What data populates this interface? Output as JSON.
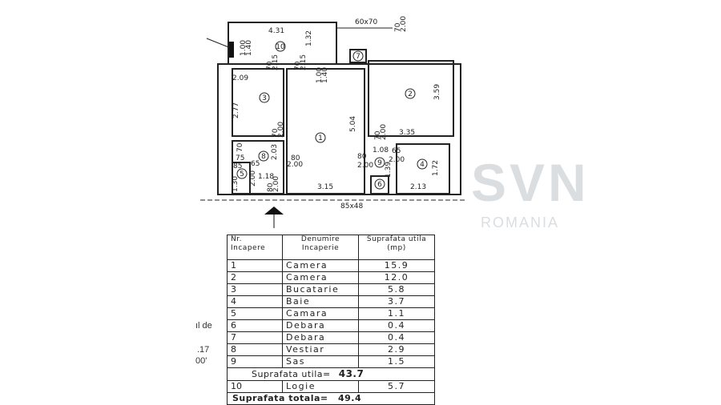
{
  "plan": {
    "room_numbers": [
      "1",
      "2",
      "3",
      "4",
      "5",
      "6",
      "7",
      "8",
      "9",
      "10"
    ],
    "dimensions": [
      "4.31",
      "1.32",
      "1.00",
      "1.40",
      "70",
      "2.15",
      "70",
      "2.15",
      "1.00",
      "1.40",
      "60x70",
      "70",
      "2.00",
      "2.09",
      "2.77",
      "3.59",
      "5.04",
      "3.35",
      "70",
      "2.00",
      "70",
      "2.00",
      "75",
      "70",
      "2.03",
      "80",
      "2.00",
      "80",
      "2.00",
      "1.08",
      "65",
      "2.00",
      "1.39",
      "1.72",
      "85",
      "65",
      "2.00",
      "1.18",
      "1.30",
      "80",
      "2.00",
      "3.15",
      "2.13",
      "85x48"
    ]
  },
  "watermark": {
    "brand": "SVN",
    "country": "ROMANIA"
  },
  "clipped_text": [
    "ıl de",
    ".17",
    "00'"
  ],
  "table": {
    "headers": [
      "Nr. Incapere",
      "Denumire Incaperie",
      "Suprafata utila (mp)"
    ],
    "rows": [
      {
        "nr": "1",
        "name": "Camera",
        "area": "15.9"
      },
      {
        "nr": "2",
        "name": "Camera",
        "area": "12.0"
      },
      {
        "nr": "3",
        "name": "Bucatarie",
        "area": "5.8"
      },
      {
        "nr": "4",
        "name": "Baie",
        "area": "3.7"
      },
      {
        "nr": "5",
        "name": "Camara",
        "area": "1.1"
      },
      {
        "nr": "6",
        "name": "Debara",
        "area": "0.4"
      },
      {
        "nr": "7",
        "name": "Debara",
        "area": "0.4"
      },
      {
        "nr": "8",
        "name": "Vestiar",
        "area": "2.9"
      },
      {
        "nr": "9",
        "name": "Sas",
        "area": "1.5"
      }
    ],
    "subtotal_label": "Suprafata utila=",
    "subtotal_value": "43.7",
    "loggia": {
      "nr": "10",
      "name": "Logie",
      "area": "5.7"
    },
    "total_label": "Suprafata totala=",
    "total_value": "49.4"
  }
}
